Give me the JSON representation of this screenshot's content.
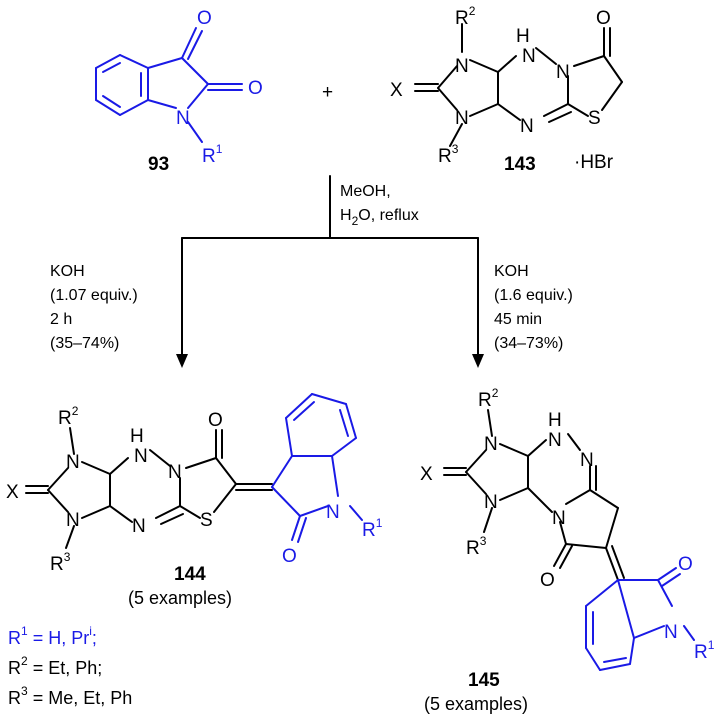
{
  "compounds": {
    "isatin": {
      "number": "93",
      "r": "R",
      "r_sup": "1",
      "o1": "O",
      "o2": "O",
      "n": "N"
    },
    "reagent": {
      "number": "143",
      "salt": "·HBr",
      "x": "X",
      "n": "N",
      "s": "S",
      "o": "O",
      "h": "H",
      "r2": "R",
      "r2_sup": "2",
      "r3": "R",
      "r3_sup": "3"
    },
    "product_a": {
      "number": "144",
      "note": "(5 examples)"
    },
    "product_b": {
      "number": "145",
      "note": "(5 examples)"
    }
  },
  "plus": "+",
  "conditions": {
    "main_line1": "MeOH,",
    "main_line2_a": "H",
    "main_line2_sub": "2",
    "main_line2_b": "O, reflux",
    "left": [
      "KOH",
      "(1.07 equiv.)",
      "2 h",
      "(35–74%)"
    ],
    "right": [
      "KOH",
      "(1.6 equiv.)",
      "45 min",
      "(34–73%)"
    ]
  },
  "substituents": [
    {
      "r": "R",
      "sup": "1",
      "text_a": " = H, Pr",
      "text_sup": "i",
      "text_b": ";",
      "color": "#1a1ae6"
    },
    {
      "r": "R",
      "sup": "2",
      "text_a": " = Et, Ph;",
      "text_sup": "",
      "text_b": "",
      "color": "#000000"
    },
    {
      "r": "R",
      "sup": "3",
      "text_a": " = Me, Et, Ph",
      "text_sup": "",
      "text_b": "",
      "color": "#000000"
    }
  ],
  "colors": {
    "highlight": "#1a1ae6",
    "default": "#000000"
  }
}
